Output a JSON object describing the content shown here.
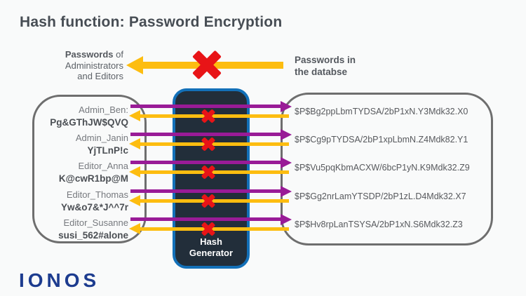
{
  "title": "Hash function: Password Encryption",
  "annotations": {
    "left_bold": "Passwords",
    "left_rest": " of",
    "left_line2": "Administrators",
    "left_line3": "and Editors",
    "right_line1": "Passwords in",
    "right_line2": "the databse"
  },
  "hash_generator": {
    "label_line1": "Hash",
    "label_line2": "Generator"
  },
  "rows": [
    {
      "name": "Admin_Ben:",
      "password": "Pg&GThJW$QVQ",
      "hash": "$P$Bg2ppLbmTYDSA/2bP1xN.Y3Mdk32.X0"
    },
    {
      "name": "Admin_Janin",
      "password": "YjTLnP!c",
      "hash": "$P$Cg9pTYDSA/2bP1xpLbmN.Z4Mdk82.Y1"
    },
    {
      "name": "Editor_Anna",
      "password": "K@cwR1bp@M",
      "hash": "$P$Vu5pqKbmACXW/6bcP1yN.K9Mdk32.Z9"
    },
    {
      "name": "Editor_Thomas",
      "password": "Yw&o7&*J^^7r",
      "hash": "$P$Gg2nrLamYTSDP/2bP1zL.D4Mdk32.X7"
    },
    {
      "name": "Editor_Susanne",
      "password": "susi_562#alone",
      "hash": "$P$Hv8rpLanTSYSA/2bP1xN.S6Mdk32.Z3"
    }
  ],
  "logo_text": "IONOS",
  "colors": {
    "arrow_forward_purple": "#991B97",
    "arrow_back_yellow": "#FDBD10",
    "cross_red": "#E81417",
    "box_fill": "#222E3A",
    "box_border": "#1370B8",
    "panel_border": "#6E6E6E",
    "logo_blue": "#1D3C8F"
  }
}
